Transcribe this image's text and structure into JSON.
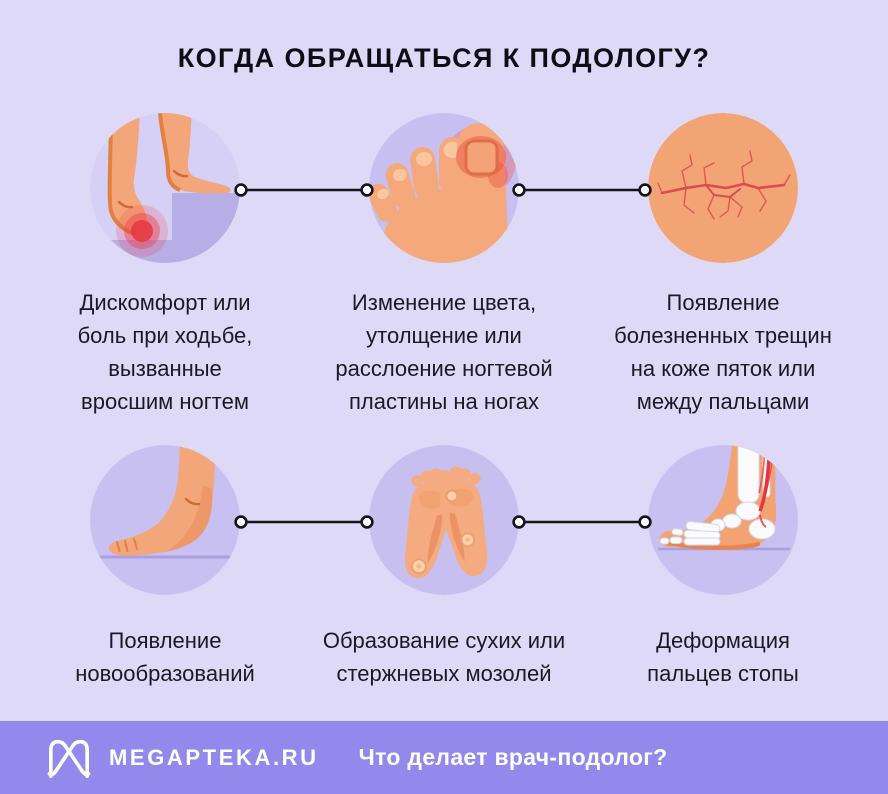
{
  "title": "КОГДА ОБРАЩАТЬСЯ К ПОДОЛОГУ?",
  "items": [
    {
      "icon": "walking-feet-pain-illustration",
      "label": "Дискомфорт или\nболь при ходьбе,\nвызванные\nвросшим ногтем"
    },
    {
      "icon": "ingrown-toenail-inflammation-illustration",
      "label": "Изменение цвета,\nутолщение или\nрасслоение ногтевой\nпластины на ногах"
    },
    {
      "icon": "cracked-heel-skin-illustration",
      "label": "Появление\nболезненных трещин\nна коже пяток или\nмежду пальцами"
    },
    {
      "icon": "foot-side-view-illustration",
      "label": "Появление\nновообразований"
    },
    {
      "icon": "foot-soles-calluses-illustration",
      "label": "Образование сухих или\nстержневых мозолей"
    },
    {
      "icon": "foot-skeleton-deformation-illustration",
      "label": "Деформация\nпальцев стопы"
    }
  ],
  "connector_icon": "connector-dot-line",
  "footer": {
    "logo_icon": "megapteka-m-logo-icon",
    "brand": "MEGAPTEKA.RU",
    "question": "Что делает врач-подолог?"
  },
  "colors": {
    "background": "#ddd9f7",
    "circle_fill": "#c7bff0",
    "circle_light": "#d6d0f6",
    "circle_shadow": "#b7aee7",
    "skin": "#f2a679",
    "skin_shade": "#e8895a",
    "skin_edge": "#e2803f",
    "pain_red": "#e73843",
    "crack_circle": "#f2a474",
    "crack_red": "#e14850",
    "bone_white": "#fbfafd",
    "line_black": "#15141a",
    "text": "#1b1a24",
    "footer_background": "#9388ec",
    "footer_text": "#ffffff"
  }
}
